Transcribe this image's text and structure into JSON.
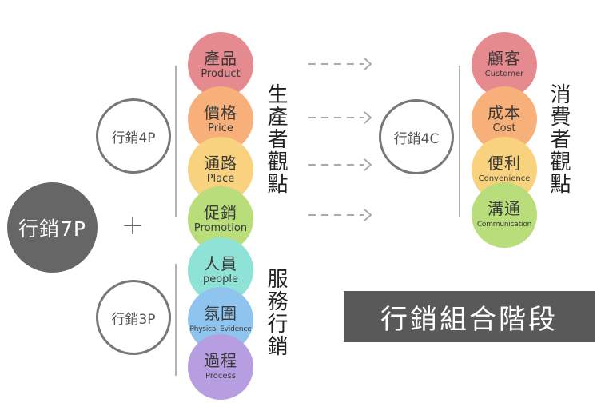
{
  "left": {
    "main_label": "行銷7P",
    "plus_symbol": "+",
    "group_4p": "行銷4P",
    "group_3p": "行銷3P"
  },
  "items_4p": [
    {
      "zh": "產品",
      "en": "Product",
      "color": "#e58b8f"
    },
    {
      "zh": "價格",
      "en": "Price",
      "color": "#f7b07a"
    },
    {
      "zh": "通路",
      "en": "Place",
      "color": "#f8d27e"
    },
    {
      "zh": "促銷",
      "en": "Promotion",
      "color": "#b9dd7b"
    }
  ],
  "items_3p": [
    {
      "zh": "人員",
      "en": "people",
      "color": "#8fe3d6"
    },
    {
      "zh": "氛圍",
      "en": "Physical Evidence",
      "color": "#8fc4ee"
    },
    {
      "zh": "過程",
      "en": "Process",
      "color": "#b79ee0"
    }
  ],
  "producer_view": "生產者觀點",
  "service_marketing": "服務行銷",
  "right": {
    "group_4c": "行銷4C",
    "consumer_view": "消費者觀點"
  },
  "items_4c": [
    {
      "zh": "顧客",
      "en": "Customer",
      "color": "#e58b8f"
    },
    {
      "zh": "成本",
      "en": "Cost",
      "color": "#f7b07a"
    },
    {
      "zh": "便利",
      "en": "Convenience",
      "color": "#f8d27e"
    },
    {
      "zh": "溝通",
      "en": "Communication",
      "color": "#b9dd7b"
    }
  ],
  "banner_text": "行銷組合階段",
  "arrow_color": "#aaaaaa",
  "line_color": "#b3b3b3"
}
